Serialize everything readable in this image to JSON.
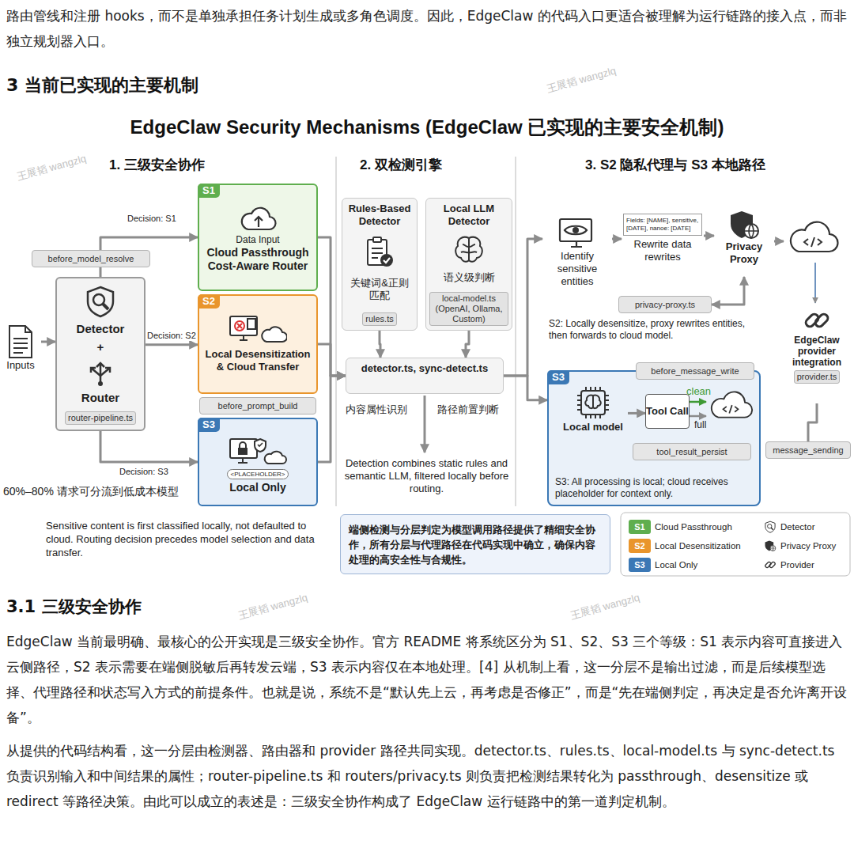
{
  "diagram": {
    "title": "EdgeClaw Security Mechanisms (EdgeClaw 已实现的主要安全机制)",
    "nodes": [
      {
        "text": [
          "Inputs"
        ]
      },
      {
        "text": [
          "Detector",
          "+",
          "Router",
          "router-pipeline.ts"
        ]
      },
      {
        "text": [
          "before_model_resolve"
        ]
      },
      {
        "text": [
          "S1",
          "Data Input",
          "Cloud Passthrough",
          "Cost-Aware Router"
        ]
      },
      {
        "text": [
          "S2",
          "Local Desensitization & Cloud Transfer"
        ]
      },
      {
        "text": [
          "before_prompt_build"
        ]
      },
      {
        "text": [
          "S3",
          "<PLACEHOLDER>",
          "Local Only"
        ]
      },
      {
        "text": [
          "Rules-Based Detector",
          "关键词&正则匹配",
          "rules.ts"
        ]
      },
      {
        "text": [
          "Local LLM Detector",
          "语义级判断",
          "local-model.ts (OpenAI, Ollama, Custom)"
        ]
      },
      {
        "text": [
          "detector.ts, sync-detect.ts"
        ]
      },
      {
        "text": [
          "端侧检测与分层判定为模型调用路径提供了精细安全协作，所有分层与代理路径在代码实现中确立，确保内容处理的高安全性与合规性。"
        ]
      },
      {
        "text": [
          "Identify sensitive entities"
        ]
      },
      {
        "text": [
          "Fields: [NAME], sensitive, [DATE], nanoe: [DATE]",
          "Rewrite data rewrites"
        ]
      },
      {
        "text": [
          "Privacy Proxy"
        ]
      },
      {
        "text": [
          "privacy-proxy.ts"
        ]
      },
      {
        "text": [
          "EdgeClaw provider integration",
          "provider.ts"
        ]
      },
      {
        "text": [
          "S3",
          "S3: All processing is local; cloud receives placeholder for context only."
        ]
      },
      {
        "text": [
          "before_message_write"
        ],
        "in": 16
      },
      {
        "text": [
          "Local model"
        ],
        "in": 16
      },
      {
        "text": [
          "Tool Call"
        ],
        "in": 16
      },
      {
        "text": [
          "tool_result_persist"
        ],
        "in": 16
      },
      {
        "text": [
          "message_sending"
        ]
      }
    ],
    "edges": [
      {
        "from": 0,
        "to": 1,
        "arrow": "to"
      },
      {
        "from": 1,
        "to": 3,
        "label": "Decision: S1",
        "arrow": "to"
      },
      {
        "from": 1,
        "to": 4,
        "label": "Decision: S2",
        "arrow": "to"
      },
      {
        "from": 1,
        "to": 6,
        "label": "Decision: S3",
        "arrow": "to"
      },
      {
        "from": 3,
        "to": 9,
        "arrow": "to"
      },
      {
        "from": 4,
        "to": 9,
        "arrow": "to"
      },
      {
        "from": 6,
        "to": 9,
        "arrow": "to"
      },
      {
        "from": 7,
        "to": 9,
        "arrow": "to"
      },
      {
        "from": 8,
        "to": 9,
        "arrow": "to"
      },
      {
        "from": 9,
        "to": 11,
        "arrow": "to"
      },
      {
        "from": 9,
        "to": 16,
        "arrow": "to"
      },
      {
        "from": 11,
        "to": 12,
        "arrow": "to"
      },
      {
        "from": 12,
        "to": 13,
        "arrow": "to"
      },
      {
        "from": 14,
        "to": 13,
        "arrow": "both"
      },
      {
        "from": 18,
        "to": 19,
        "arrow": "to"
      },
      {
        "from": 15,
        "to": 21,
        "arrow": "none"
      }
    ],
    "labels": [
      "路由管线和注册 hooks，而不是单独承担任务计划生成或多角色调度。因此，EdgeClaw 的代码入口更适合被理解为运行链路的接入点，而非独立规划器入口。",
      "3 当前已实现的主要机制",
      "1. 三级安全协作",
      "2. 双检测引擎",
      "3. S2 隐私代理与 S3 本地路径",
      "60%–80% 请求可分流到低成本模型",
      "Sensitive content is first classified locally, not defaulted to cloud. Routing decision precedes model selection and data transfer.",
      "内容属性识别",
      "路径前置判断",
      "Detection combines static rules and semantic LLM, filtered locally before routing.",
      "S2: Locally desensitize, proxy rewrites entities, then forwards to cloud model.",
      "clean",
      "full",
      "S1",
      "S2",
      "S3",
      "3.1 三级安全协作",
      "EdgeClaw 当前最明确、最核心的公开实现是三级安全协作。官方 README 将系统区分为 S1、S2、S3 三个等级：S1 表示内容可直接进入云侧路径，S2 表示需要在端侧脱敏后再转发云端，S3 表示内容仅在本地处理。[4] 从机制上看，这一分层不是输出过滤，而是后续模型选择、代理路径和状态写入方式的前提条件。也就是说，系统不是“默认先上云，再考虑是否修正”，而是“先在端侧判定，再决定是否允许离开设备”。",
      "从提供的代码结构看，这一分层由检测器、路由器和 provider 路径共同实现。detector.ts、rules.ts、local-model.ts 与 sync-detect.ts 负责识别输入和中间结果的属性；router-pipeline.ts 和 routers/privacy.ts 则负责把检测结果转化为 passthrough、desensitize 或 redirect 等路径决策。由此可以成立的表述是：三级安全协作构成了 EdgeClaw 运行链路中的第一道判定机制。",
      "王展韬 wangzlq",
      "王展韬 wangzlq",
      "王展韬 wangzlq",
      "王展韬 wangzlq"
    ],
    "legend": [
      {
        "text": "Cloud Passthrough",
        "color": "#5fae4e"
      },
      {
        "text": "Local Desensitization",
        "color": "#e9952c"
      },
      {
        "text": "Local Only",
        "color": "#3b78b5"
      },
      {
        "text": "Detector"
      },
      {
        "text": "Privacy Proxy"
      },
      {
        "text": "Provider"
      }
    ]
  }
}
